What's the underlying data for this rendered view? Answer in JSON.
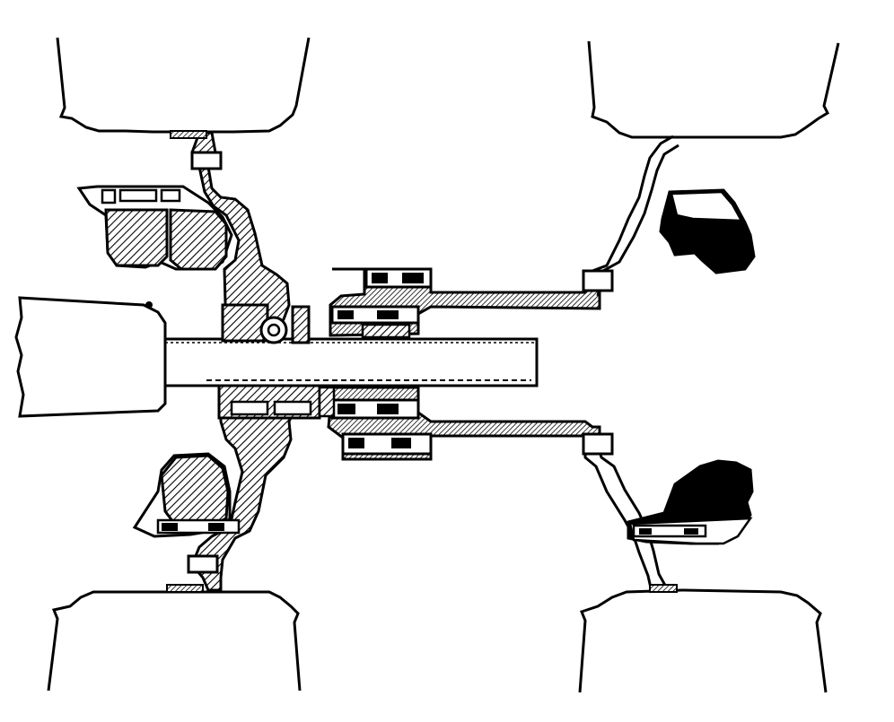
{
  "diagram": {
    "labels": [],
    "colors": {
      "ink": "#000000",
      "paper": "#ffffff"
    },
    "parts": {
      "tires": [
        "tire-upper-left",
        "tire-upper-right",
        "tire-lower-left",
        "tire-lower-right"
      ],
      "hub": [
        "axle-housing",
        "axle-shaft",
        "wheel-hub",
        "brake-drum"
      ],
      "weights": [
        "counterweight-upper-left",
        "counterweight-lower-left",
        "counterweight-upper-right",
        "counterweight-lower-right"
      ]
    }
  }
}
